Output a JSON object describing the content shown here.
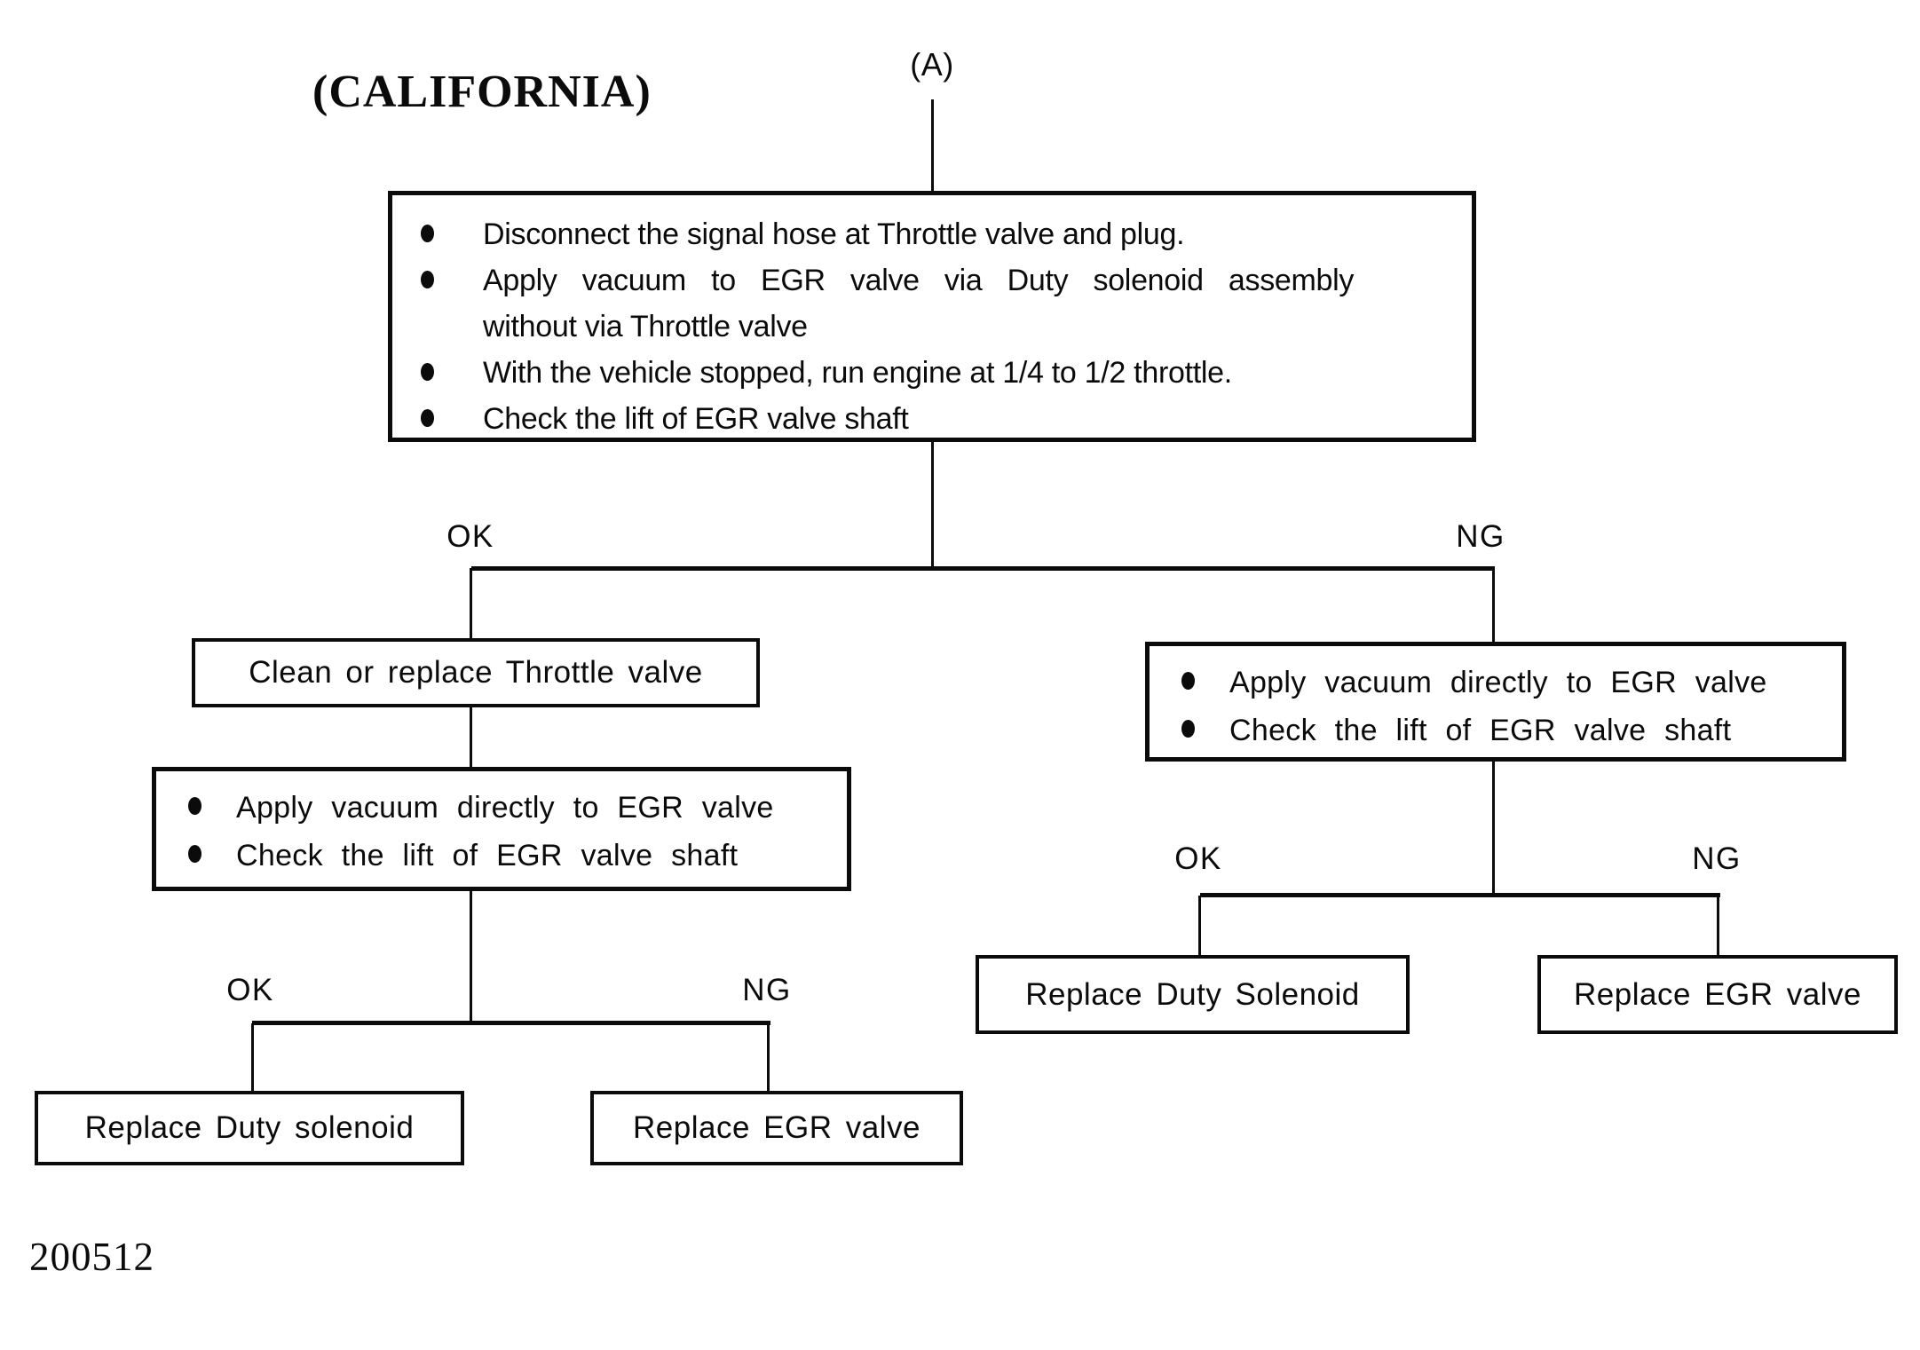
{
  "header": {
    "region": "(CALIFORNIA)",
    "entry": "(A)"
  },
  "labels": {
    "ok": "OK",
    "ng": "NG"
  },
  "root": {
    "bullets": [
      {
        "text": "Disconnect the signal hose at Throttle valve and plug."
      },
      {
        "text": "Apply vacuum to EGR valve via Duty solenoid assembly",
        "wrap": "without via Throttle valve"
      },
      {
        "text": "With the vehicle stopped, run engine at 1/4 to 1/2 throttle."
      },
      {
        "text": "Check the lift of EGR valve shaft"
      }
    ]
  },
  "ok_branch": {
    "step1": "Clean or replace Throttle valve",
    "step2_bullets": [
      "Apply vacuum directly to EGR valve",
      "Check the lift of EGR valve shaft"
    ],
    "ok_result": "Replace Duty solenoid",
    "ng_result": "Replace EGR valve"
  },
  "ng_branch": {
    "step1_bullets": [
      "Apply vacuum directly to EGR valve",
      "Check the lift of EGR valve shaft"
    ],
    "ok_result": "Replace Duty Solenoid",
    "ng_result": "Replace EGR valve"
  },
  "footer": {
    "figure_number": "200512"
  },
  "colors": {
    "ink": "#0b0b0b",
    "paper": "#ffffff"
  }
}
